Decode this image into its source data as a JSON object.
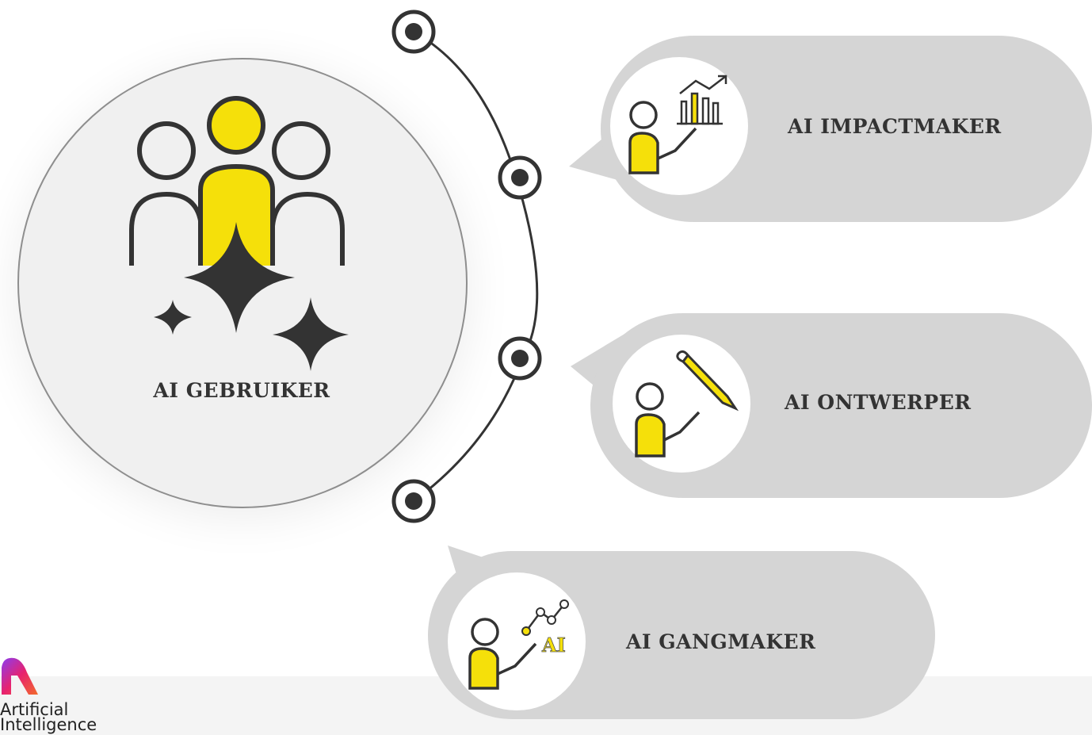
{
  "center": {
    "label": "AI GEBRUIKER",
    "icon": "group-with-sparkles-icon"
  },
  "roles": [
    {
      "label": "AI IMPACTMAKER",
      "icon": "person-presenting-chart-icon"
    },
    {
      "label": "AI ONTWERPER",
      "icon": "person-with-pencil-icon"
    },
    {
      "label": "AI GANGMAKER",
      "icon": "person-with-ai-network-icon"
    }
  ],
  "logo": {
    "line1": "Artificial",
    "line2": "Intelligence"
  },
  "colors": {
    "accent": "#f5e00a",
    "dark": "#333333",
    "bubble": "#d5d5d5"
  }
}
